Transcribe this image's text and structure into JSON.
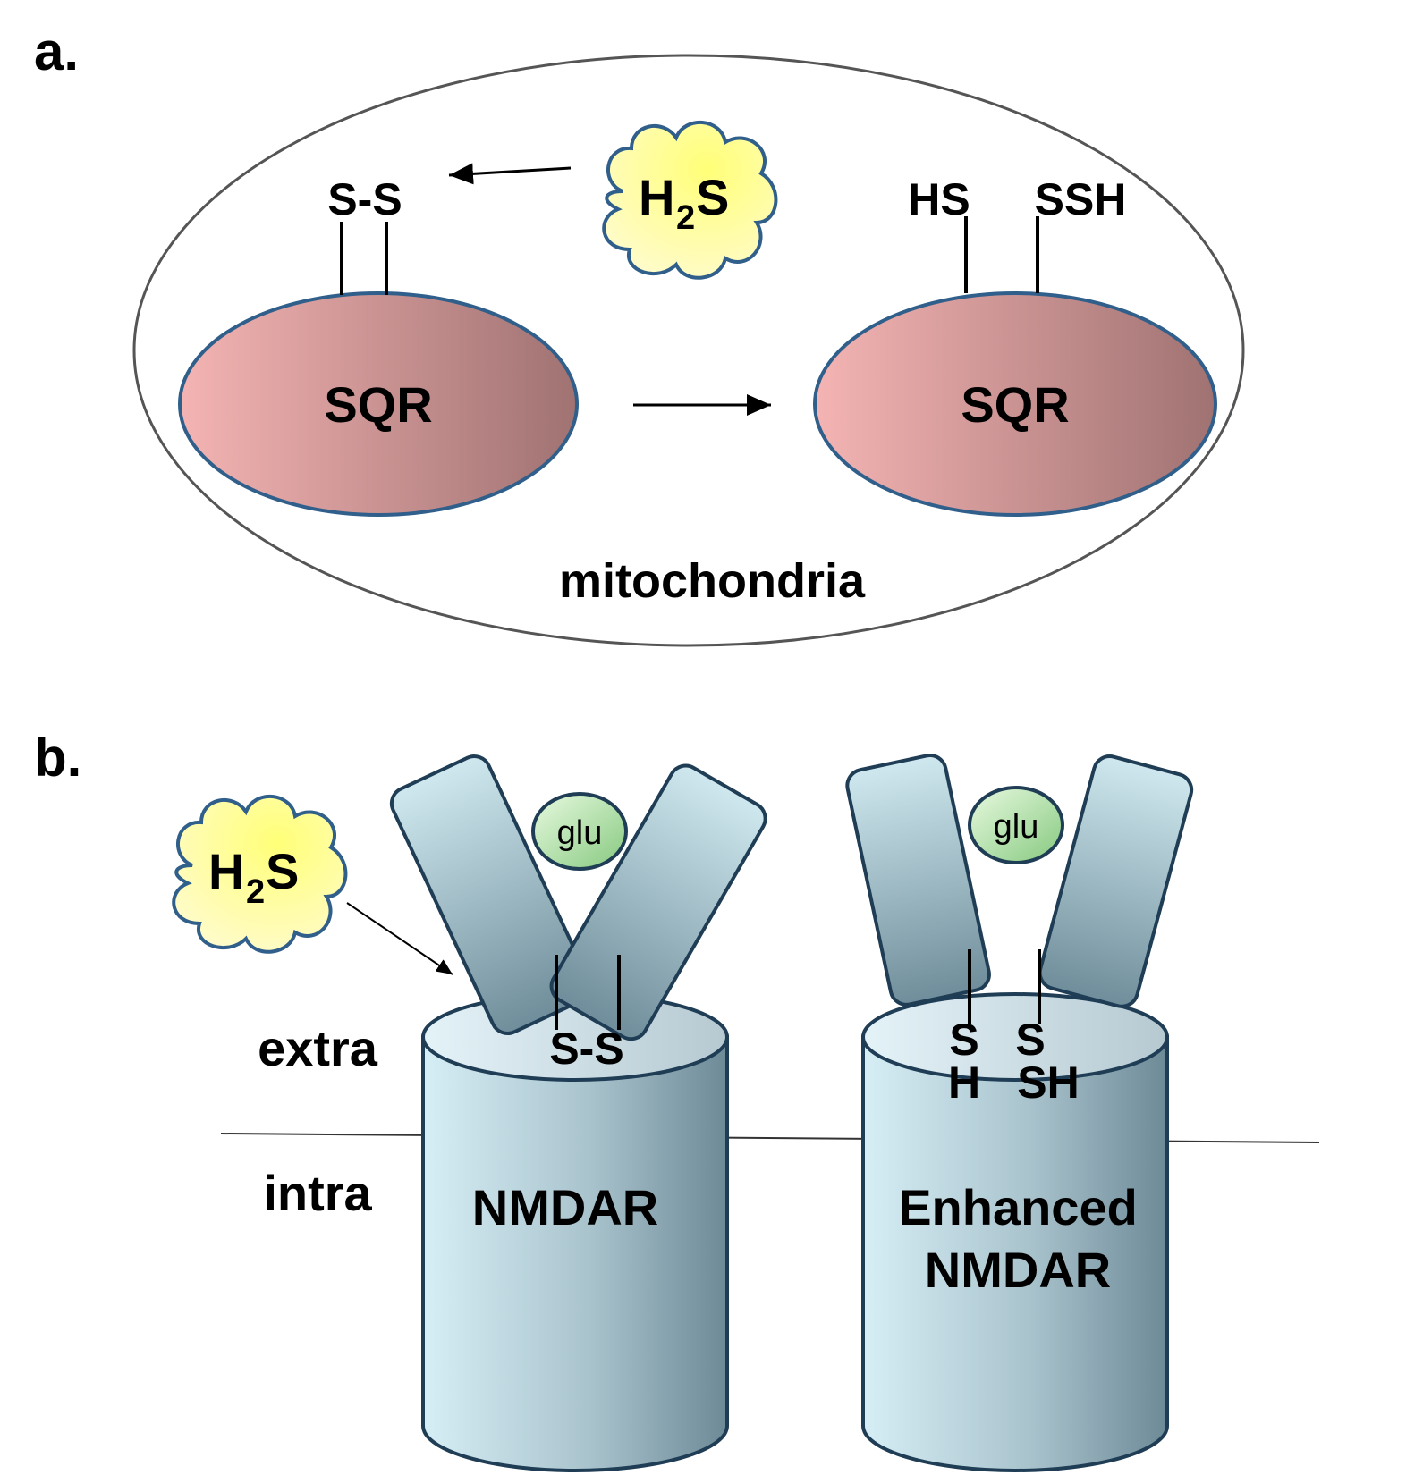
{
  "panel_a": {
    "label": "a.",
    "container_label": "mitochondria",
    "h2s": {
      "main": "H",
      "sub": "2",
      "tail": "S"
    },
    "left_sqr": {
      "label": "SQR",
      "groups": "S-S"
    },
    "right_sqr": {
      "label": "SQR",
      "group_left": "HS",
      "group_right": "SSH"
    }
  },
  "panel_b": {
    "label": "b.",
    "h2s": {
      "main": "H",
      "sub": "2",
      "tail": "S"
    },
    "extra_label": "extra",
    "intra_label": "intra",
    "left_receptor": {
      "ligand": "glu",
      "groups": "S-S",
      "label": "NMDAR"
    },
    "right_receptor": {
      "ligand": "glu",
      "group_left_top": "S",
      "group_left_bottom": "H",
      "group_right_top": "S",
      "group_right_bottom": "SH",
      "label_line1": "Enhanced",
      "label_line2": "NMDAR"
    }
  },
  "colors": {
    "sqr_fill_light": "#f2b1b0",
    "sqr_fill_dark": "#a47676",
    "sqr_stroke": "#2f5f8a",
    "h2s_fill": "#ffff80",
    "cylinder_light": "#d5edf4",
    "cylinder_dark": "#6f8c99",
    "cylinder_stroke": "#1f3d55",
    "glu_light": "#d9f5cf",
    "glu_dark": "#8fcf8a",
    "mito_stroke": "#555555"
  }
}
